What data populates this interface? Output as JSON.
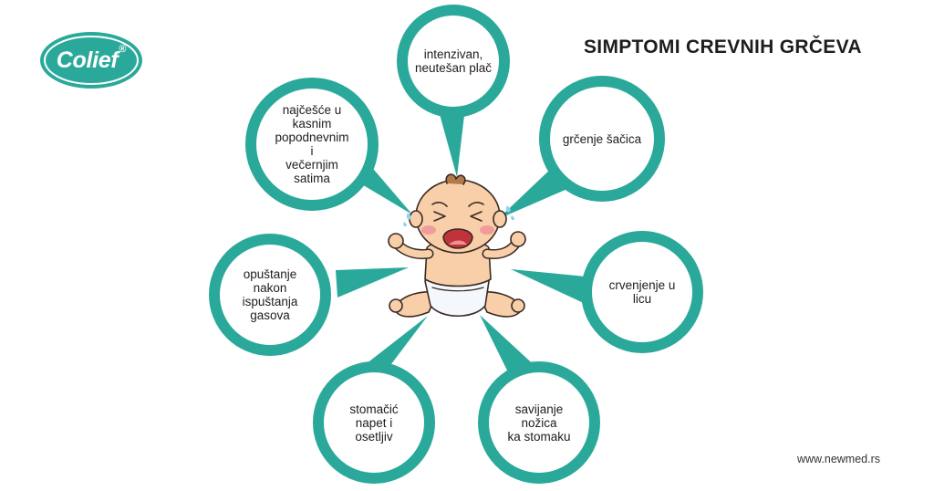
{
  "brand": {
    "logo_text": "Colief",
    "registered_mark": "®"
  },
  "title": "SIMPTOMI CREVNIH GRČEVA",
  "website": "www.newmed.rs",
  "colors": {
    "teal": "#2aa99b",
    "text": "#1d1d1d"
  },
  "center_icon": "crying-baby-illustration",
  "symptoms": [
    {
      "id": "crying",
      "text": "intenzivan,\nneutešan plač"
    },
    {
      "id": "fists",
      "text": "grčenje šačica"
    },
    {
      "id": "face",
      "text": "crvenjenje u\nlicu"
    },
    {
      "id": "legs",
      "text": "savijanje\nnožica\nka stomaku"
    },
    {
      "id": "tummy",
      "text": "stomačić\nnapet i\nosetljiv"
    },
    {
      "id": "gas",
      "text": "opuštanje\nnakon\nispuštanja\ngasova"
    },
    {
      "id": "evening",
      "text": "najčešće u\nkasnim\npopodnevnim\ni\nvečernjim\nsatima"
    }
  ]
}
